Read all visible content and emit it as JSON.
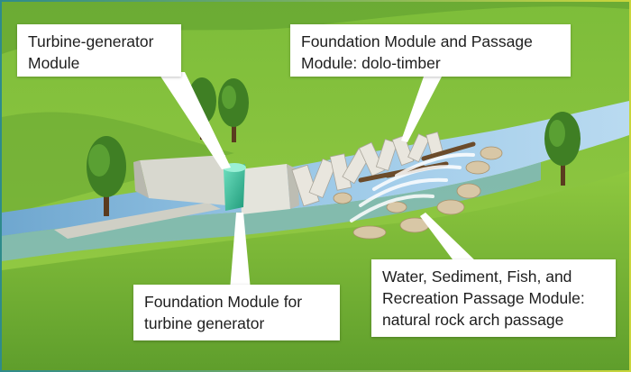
{
  "callouts": {
    "turbine_generator": {
      "line1": "Turbine-generator",
      "line2": "Module"
    },
    "foundation_passage": {
      "line1": "Foundation Module and Passage",
      "line2": "Module: dolo-timber"
    },
    "foundation_turbine": {
      "line1": "Foundation Module for",
      "line2": "turbine generator"
    },
    "water_passage": {
      "line1": "Water, Sediment, Fish, and",
      "line2": "Recreation Passage Module:",
      "line3": "natural rock arch passage"
    }
  },
  "colors": {
    "grass_light": "#8cc63f",
    "grass_dark": "#4f8f2a",
    "river": "#8fc3e6",
    "concrete": "#dcdcd4",
    "turbine": "#2fbf9a",
    "callout_bg": "#ffffff",
    "frame_gradient_start": "#2e8b8b",
    "frame_gradient_end": "#c9d63b"
  }
}
